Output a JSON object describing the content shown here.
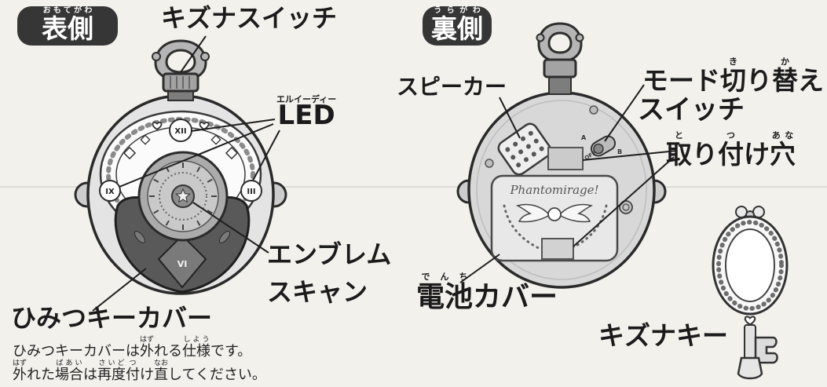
{
  "front": {
    "badge": [
      {
        "t": "表側",
        "r": "おもてがわ"
      }
    ],
    "kizuna_switch_label": "キズナスイッチ",
    "led_label": [
      {
        "t": "LED",
        "r": "エルイーディー"
      }
    ],
    "emblem_scan_label": {
      "line1": "エンブレム",
      "line2": "スキャン"
    },
    "secret_key_cover_label": "ひみつキーカバー",
    "note": {
      "line1": [
        {
          "t": "ひみつキーカバーは"
        },
        {
          "t": "外",
          "r": "はず"
        },
        {
          "t": "れる"
        },
        {
          "t": "仕様",
          "r": "しよう"
        },
        {
          "t": "です。"
        }
      ],
      "line2": [
        {
          "t": "外",
          "r": "はず"
        },
        {
          "t": "れた"
        },
        {
          "t": "場合",
          "r": "ばあい"
        },
        {
          "t": "は"
        },
        {
          "t": "再度",
          "r": "さいど"
        },
        {
          "t": "付",
          "r": "つ"
        },
        {
          "t": "け"
        },
        {
          "t": "直",
          "r": "なお"
        },
        {
          "t": "してください。"
        }
      ]
    },
    "dial_numerals": {
      "top": "XII",
      "left": "IX",
      "right": "III",
      "bottom": "VI"
    }
  },
  "back": {
    "badge": [
      {
        "t": "裏側",
        "r": "うらがわ"
      }
    ],
    "speaker_label": "スピーカー",
    "mode_switch_label": {
      "line1": [
        {
          "t": "モード"
        },
        {
          "t": "切",
          "r": "き"
        },
        {
          "t": "り"
        },
        {
          "t": "替",
          "r": "か"
        },
        {
          "t": "え"
        }
      ],
      "line2": "スイッチ"
    },
    "mounting_hole_label": [
      {
        "t": "取",
        "r": "と"
      },
      {
        "t": "り"
      },
      {
        "t": "付",
        "r": "つ"
      },
      {
        "t": "け"
      },
      {
        "t": "穴",
        "r": "あな"
      }
    ],
    "battery_cover_label": [
      {
        "t": "電池",
        "r": "でんち"
      },
      {
        "t": "カバー"
      }
    ],
    "switch_marks": {
      "a": "A",
      "off": "OFF",
      "b": "B"
    },
    "cover_logo": "Phantomirage!"
  },
  "key": {
    "label": "キズナキー"
  }
}
